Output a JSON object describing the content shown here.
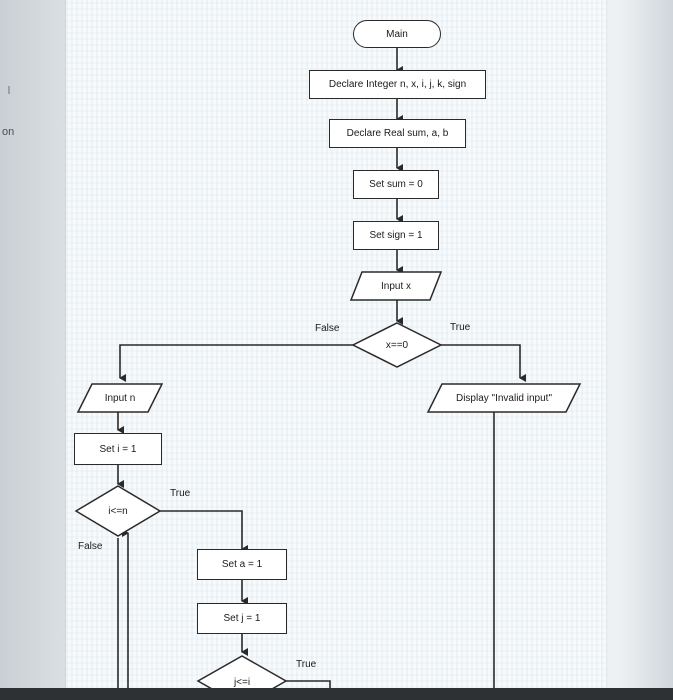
{
  "sidebar": {
    "partial_text": "on"
  },
  "flowchart": {
    "main": "Main",
    "declare_int": "Declare Integer n, x, i, j, k, sign",
    "declare_real": "Declare Real sum, a, b",
    "set_sum": "Set sum = 0",
    "set_sign": "Set sign = 1",
    "input_x": "Input x",
    "cond_x": "x==0",
    "cond_x_false": "False",
    "cond_x_true": "True",
    "input_n": "Input n",
    "display_invalid": "Display \"Invalid input\"",
    "set_i": "Set i = 1",
    "cond_i": "i<=n",
    "cond_i_true": "True",
    "cond_i_false": "False",
    "set_a": "Set a = 1",
    "set_j": "Set j = 1",
    "cond_j": "j<=i",
    "cond_j_true": "True"
  }
}
